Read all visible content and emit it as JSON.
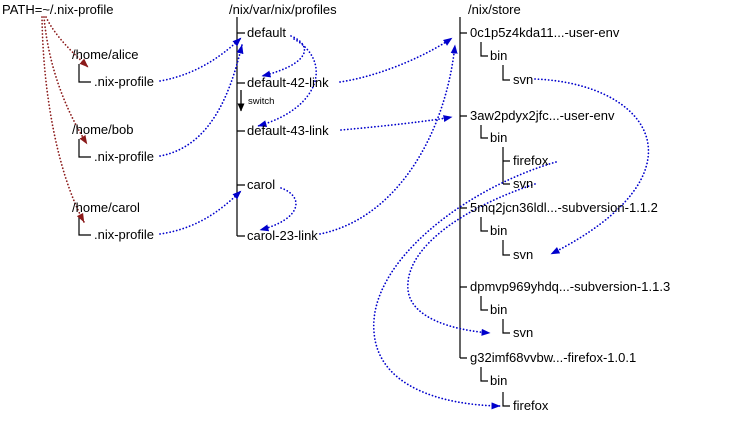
{
  "diagram": {
    "path_label": "PATH=~/.nix-profile",
    "profiles_heading": "/nix/var/nix/profiles",
    "store_heading": "/nix/store",
    "switch_label": "switch",
    "homes": [
      {
        "dir": "/home/alice",
        "link": ".nix-profile"
      },
      {
        "dir": "/home/bob",
        "link": ".nix-profile"
      },
      {
        "dir": "/home/carol",
        "link": ".nix-profile"
      }
    ],
    "profiles": [
      "default",
      "default-42-link",
      "default-43-link",
      "carol",
      "carol-23-link"
    ],
    "store": [
      {
        "name": "0c1p5z4kda11...-user-env",
        "bin": "bin",
        "files": [
          "svn"
        ]
      },
      {
        "name": "3aw2pdyx2jfc...-user-env",
        "bin": "bin",
        "files": [
          "firefox",
          "svn"
        ]
      },
      {
        "name": "5mq2jcn36ldl...-subversion-1.1.2",
        "bin": "bin",
        "files": [
          "svn"
        ]
      },
      {
        "name": "dpmvp969yhdq...-subversion-1.1.3",
        "bin": "bin",
        "files": [
          "svn"
        ]
      },
      {
        "name": "g32imf68vvbw...-firefox-1.0.1",
        "bin": "bin",
        "files": [
          "firefox"
        ]
      }
    ],
    "colors": {
      "symlink_arrow": "#0000cc",
      "path_arrow": "#8b1a1a",
      "tree_line": "#000000",
      "switch_arrow": "#000000"
    },
    "edges": [
      {
        "from": "$PATH",
        "to": "/home/alice/.nix-profile",
        "kind": "path-lookup"
      },
      {
        "from": "$PATH",
        "to": "/home/bob/.nix-profile",
        "kind": "path-lookup"
      },
      {
        "from": "$PATH",
        "to": "/home/carol/.nix-profile",
        "kind": "path-lookup"
      },
      {
        "from": "/home/alice/.nix-profile",
        "to": "/nix/var/nix/profiles/default",
        "kind": "symlink"
      },
      {
        "from": "/home/bob/.nix-profile",
        "to": "/nix/var/nix/profiles/default",
        "kind": "symlink"
      },
      {
        "from": "/home/carol/.nix-profile",
        "to": "/nix/var/nix/profiles/carol",
        "kind": "symlink"
      },
      {
        "from": "/nix/var/nix/profiles/default",
        "to": "default-42-link",
        "kind": "symlink"
      },
      {
        "from": "/nix/var/nix/profiles/default",
        "to": "default-43-link",
        "kind": "symlink",
        "label": "switch"
      },
      {
        "from": "/nix/var/nix/profiles/carol",
        "to": "carol-23-link",
        "kind": "symlink"
      },
      {
        "from": "default-42-link",
        "to": "/nix/store/0c1p5z4kda11...-user-env",
        "kind": "symlink"
      },
      {
        "from": "default-43-link",
        "to": "/nix/store/3aw2pdyx2jfc...-user-env",
        "kind": "symlink"
      },
      {
        "from": "carol-23-link",
        "to": "/nix/store/0c1p5z4kda11...-user-env",
        "kind": "symlink"
      },
      {
        "from": "0c1p5z4kda11...-user-env/bin/svn",
        "to": "5mq2jcn36ldl...-subversion-1.1.2/bin/svn",
        "kind": "symlink"
      },
      {
        "from": "3aw2pdyx2jfc...-user-env/bin/firefox",
        "to": "g32imf68vvbw...-firefox-1.0.1/bin/firefox",
        "kind": "symlink"
      },
      {
        "from": "3aw2pdyx2jfc...-user-env/bin/svn",
        "to": "dpmvp969yhdq...-subversion-1.1.3/bin/svn",
        "kind": "symlink"
      }
    ]
  }
}
